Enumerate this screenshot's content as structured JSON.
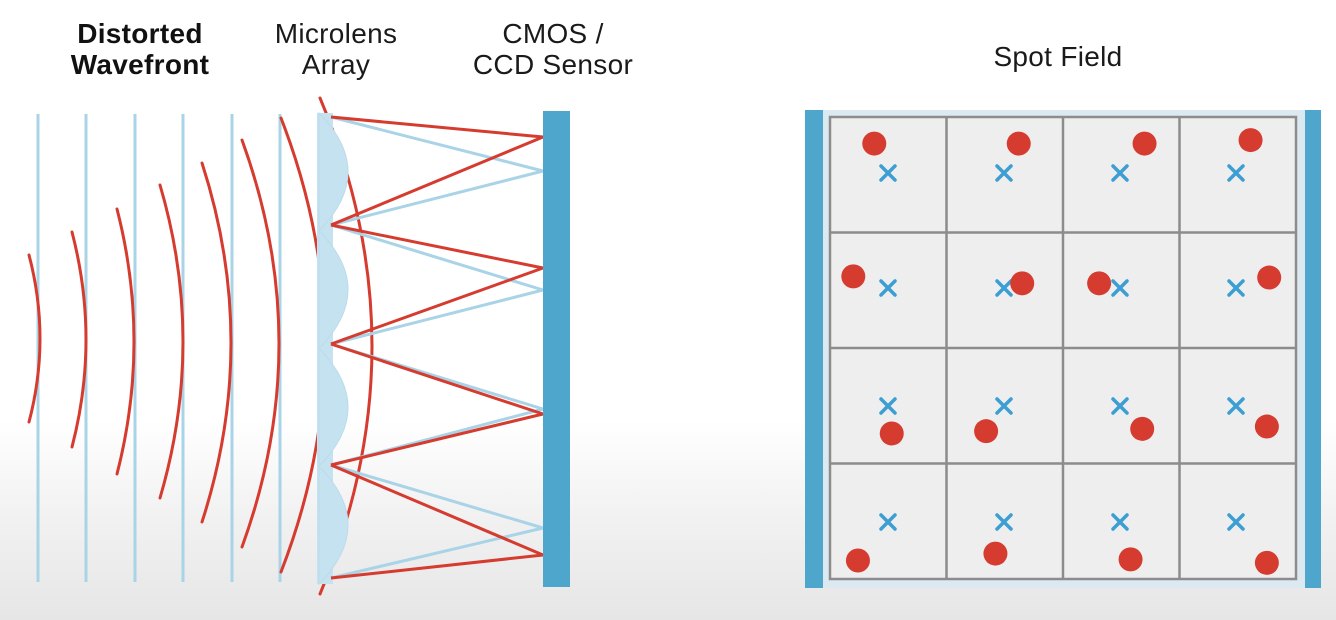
{
  "labels": {
    "distorted_wavefront": {
      "line1": "Distorted",
      "line2": "Wavefront"
    },
    "microlens_array": {
      "line1": "Microlens",
      "line2": "Array"
    },
    "sensor": {
      "line1": "CMOS /",
      "line2": "CCD Sensor"
    },
    "spot_field": "Spot Field"
  },
  "colors": {
    "light_blue": "#a9d3e6",
    "lens_fill": "#c5e2f0",
    "sensor_blue": "#4fa6cc",
    "red": "#d53b2f",
    "grid_fill": "#eeeeee",
    "grid_line": "#8c8c8c",
    "x_marker": "#3c9ed3"
  },
  "spot_field": {
    "rows": 4,
    "cols": 4,
    "spots": [
      [
        [
          -0.12,
          -0.27
        ],
        [
          0.12,
          -0.27
        ],
        [
          0.2,
          -0.27
        ],
        [
          0.11,
          -0.3
        ]
      ],
      [
        [
          -0.3,
          -0.12
        ],
        [
          0.15,
          -0.06
        ],
        [
          -0.19,
          -0.06
        ],
        [
          0.27,
          -0.11
        ]
      ],
      [
        [
          0.03,
          0.24
        ],
        [
          -0.16,
          0.22
        ],
        [
          0.18,
          0.2
        ],
        [
          0.25,
          0.18
        ]
      ],
      [
        [
          -0.26,
          0.34
        ],
        [
          -0.08,
          0.28
        ],
        [
          0.08,
          0.33
        ],
        [
          0.25,
          0.36
        ]
      ]
    ]
  }
}
